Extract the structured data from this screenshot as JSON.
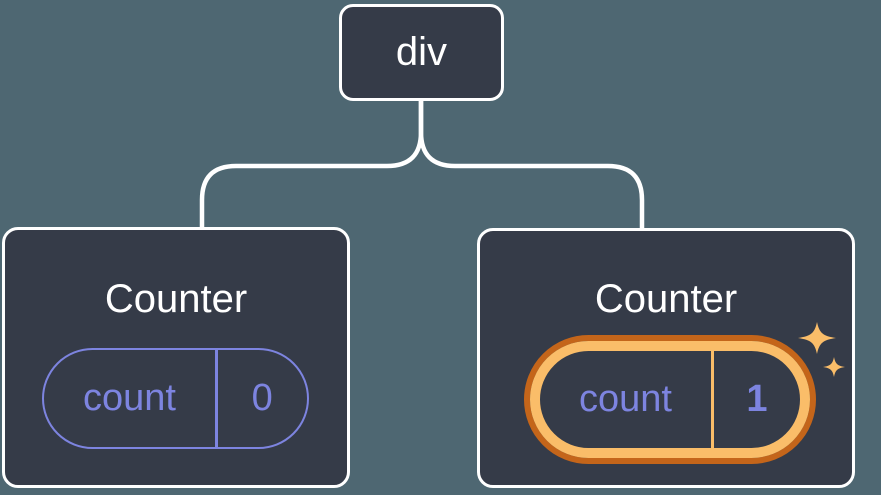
{
  "root_node": {
    "label": "div"
  },
  "counters": [
    {
      "title": "Counter",
      "state_key": "count",
      "state_value": "0",
      "highlighted": false
    },
    {
      "title": "Counter",
      "state_key": "count",
      "state_value": "1",
      "highlighted": true
    }
  ],
  "icons": {
    "sparkle": "✦ four-pointed star, doubled"
  },
  "colors": {
    "background": "#4e6772",
    "node_fill": "#353b48",
    "node_border": "#ffffff",
    "connector": "#ffffff",
    "state_accent": "#7d84e0",
    "highlight_outer": "#c4651a",
    "highlight_inner": "#fabd69"
  }
}
